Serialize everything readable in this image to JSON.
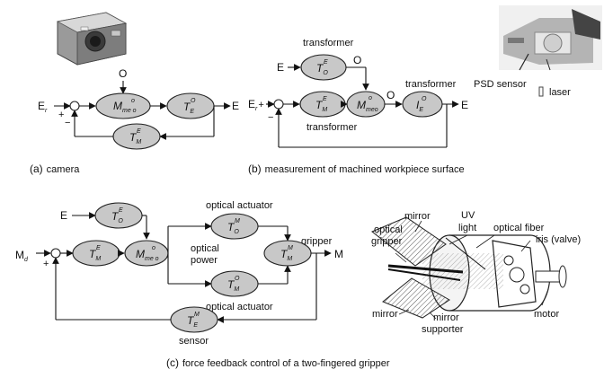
{
  "captions": {
    "a": {
      "key": "(a)",
      "text": "camera"
    },
    "b": {
      "key": "(b)",
      "text": "measurement of machined workpiece surface"
    },
    "c": {
      "key": "(c)",
      "text": "force feedback control of a two-fingered gripper"
    }
  },
  "signals": {
    "Er": "E",
    "Er_sub": "r",
    "E": "E",
    "O": "O",
    "M": "M",
    "Md": "M",
    "Md_sub": "d",
    "plus": "+",
    "minus": "−"
  },
  "blocks": {
    "a": {
      "meo": {
        "main": "M",
        "sup": "o",
        "sub": "me o"
      },
      "TEO": {
        "main": "T",
        "sup": "O",
        "sub": "E"
      },
      "TME": {
        "main": "T",
        "sup": "E",
        "sub": "M"
      }
    },
    "b": {
      "TOE": {
        "main": "T",
        "sup": "E",
        "sub": "O"
      },
      "TME": {
        "main": "T",
        "sup": "E",
        "sub": "M"
      },
      "meo": {
        "main": "M",
        "sup": "o",
        "sub": "meo"
      },
      "IEO": {
        "main": "I",
        "sup": "O",
        "sub": "E"
      }
    },
    "c": {
      "TOE": {
        "main": "T",
        "sup": "E",
        "sub": "O"
      },
      "TME": {
        "main": "T",
        "sup": "E",
        "sub": "M"
      },
      "meo": {
        "main": "M",
        "sup": "o",
        "sub": "me o"
      },
      "TOM": {
        "main": "T",
        "sup": "M",
        "sub": "O"
      },
      "TMO": {
        "main": "T",
        "sup": "O",
        "sub": "M"
      },
      "TMM": {
        "main": "T",
        "sup": "M",
        "sub": "M"
      },
      "TEM": {
        "main": "T",
        "sup": "M",
        "sub": "E"
      }
    }
  },
  "labels": {
    "b_transformer_top": "transformer",
    "b_transformer_right": "transformer",
    "b_transformer_bottom": "transformer",
    "psd_sensor": "PSD sensor",
    "laser": "laser",
    "c_optical_actuator_top": "optical actuator",
    "c_optical_actuator_bottom": "optical actuator",
    "c_optical": "optical",
    "c_power": "power",
    "c_gripper": "gripper",
    "c_sensor": "sensor",
    "g_optical": "optical",
    "g_gripper": "gripper",
    "g_mirror_top": "mirror",
    "g_uv": "UV",
    "g_light": "light",
    "g_optical_fiber": "optical fiber",
    "g_iris": "iris (valve)",
    "g_mirror_bottom": "mirror",
    "g_mirror2": "mirror",
    "g_supporter": "supporter",
    "g_motor": "motor"
  }
}
